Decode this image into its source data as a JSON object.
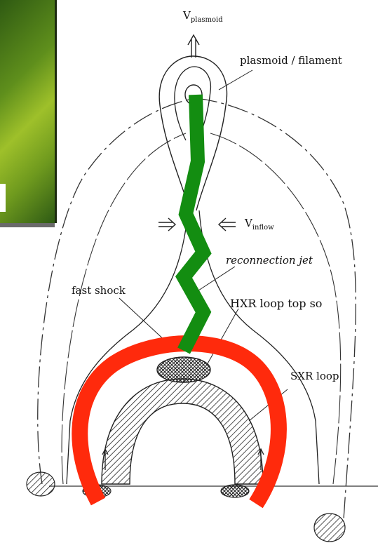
{
  "labels": {
    "v_plasmoid_symbol": "V",
    "v_plasmoid_sub": "plasmoid",
    "plasmoid_filament": "plasmoid / filament",
    "v_inflow_symbol": "V",
    "v_inflow_sub": "inflow",
    "reconnection_jet": "reconnection jet",
    "fast_shock": "fast shock",
    "hxr_loop_top": "HXR loop top so",
    "sxr_loop": "SXR loop"
  },
  "colors": {
    "overlay_red": "#ff2a0c",
    "overlay_green": "#138d11",
    "ink": "#222222",
    "panel_green": "#6f9a1e"
  },
  "icons": {
    "upward_arrow": "double-up-arrow",
    "inflow_arrow_left": "double-right-arrow",
    "inflow_arrow_right": "double-left-arrow"
  }
}
